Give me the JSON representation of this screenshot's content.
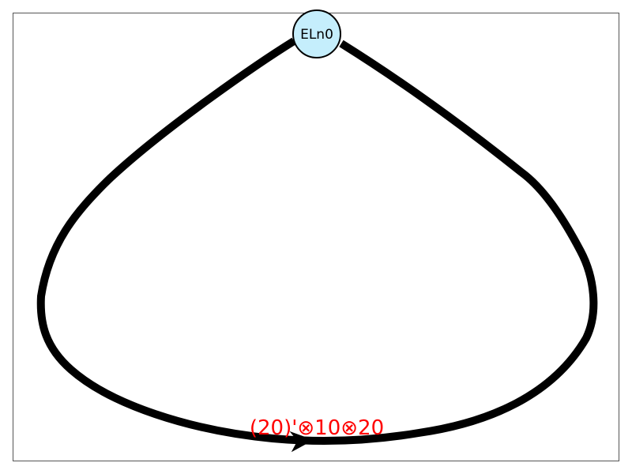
{
  "colors": {
    "node_fill": "#c5eefc",
    "node_stroke": "#000000",
    "edge": "#000000",
    "edge_label": "#ff0000",
    "frame": "#555555"
  },
  "nodes": [
    {
      "id": "ELn0",
      "label": "ELn0"
    }
  ],
  "edges": [
    {
      "from": "ELn0",
      "to": "ELn0",
      "label": "(20)'⊗10⊗20",
      "directed": true
    }
  ]
}
